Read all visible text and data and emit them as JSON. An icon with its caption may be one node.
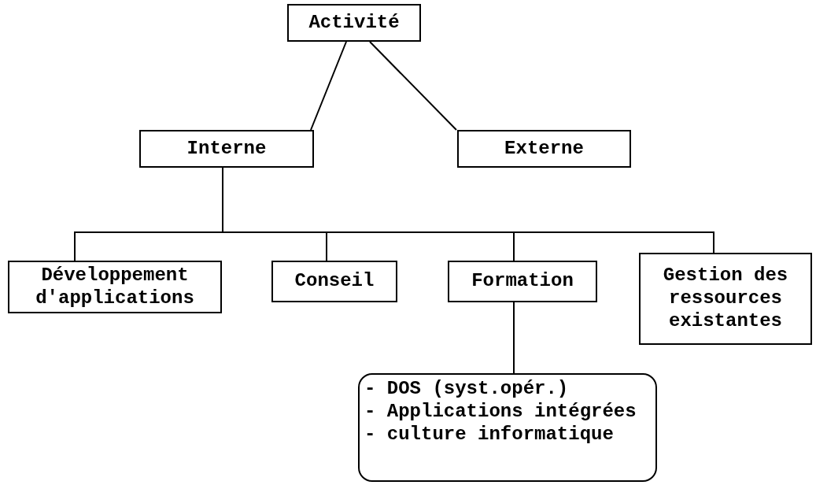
{
  "diagram": {
    "nodes": [
      {
        "text": [
          "Activité"
        ]
      },
      {
        "text": [
          "Interne"
        ]
      },
      {
        "text": [
          "Externe"
        ]
      },
      {
        "text": [
          "Développement d'applications"
        ]
      },
      {
        "text": [
          "Conseil"
        ]
      },
      {
        "text": [
          "Formation"
        ]
      },
      {
        "text": [
          "Gestion des ressources existantes"
        ]
      },
      {
        "text": [
          "- DOS (syst.opér.)",
          "- Applications intégrées",
          "- culture informatique"
        ]
      }
    ],
    "edges": [
      {
        "from": 0,
        "to": 1,
        "arrow": "none"
      },
      {
        "from": 0,
        "to": 2,
        "arrow": "none"
      },
      {
        "from": 1,
        "to": 3,
        "arrow": "none"
      },
      {
        "from": 1,
        "to": 4,
        "arrow": "none"
      },
      {
        "from": 1,
        "to": 5,
        "arrow": "none"
      },
      {
        "from": 1,
        "to": 6,
        "arrow": "none"
      },
      {
        "from": 5,
        "to": 7,
        "arrow": "none"
      }
    ]
  }
}
